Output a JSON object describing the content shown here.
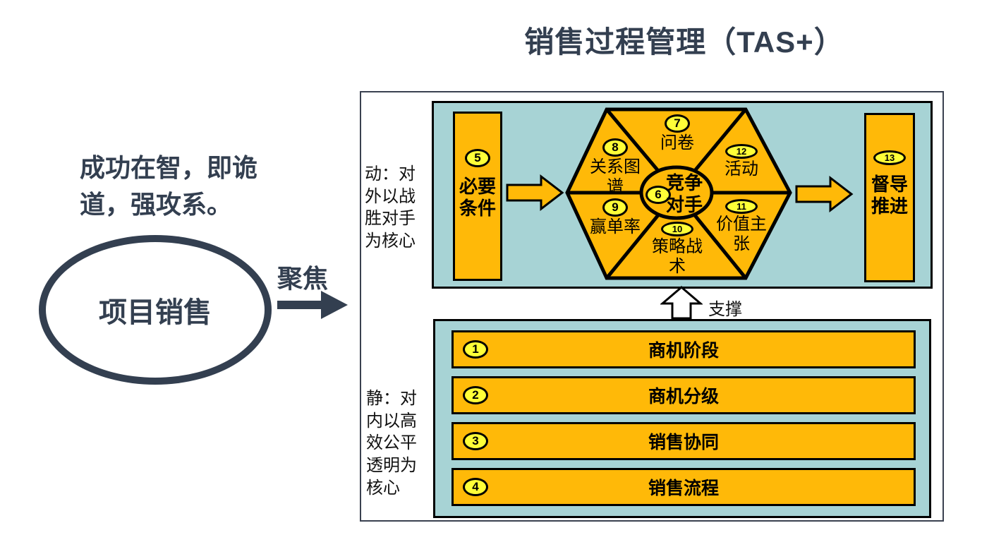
{
  "title": "销售过程管理（TAS+）",
  "left": {
    "quote": "成功在智，即诡道，强攻系。",
    "ellipse_label": "项目销售",
    "arrow_label": "聚焦"
  },
  "diagram": {
    "dynamic": {
      "side_label": "动：对外以战胜对手为核心",
      "necessary": {
        "num": "5",
        "label": "必要条件"
      },
      "hexagon": {
        "center": {
          "num": "6",
          "label": "竞争对手"
        },
        "segments": [
          {
            "num": "7",
            "label": "问卷",
            "pos": "top"
          },
          {
            "num": "8",
            "label": "关系图谱",
            "pos": "upper-left"
          },
          {
            "num": "12",
            "label": "活动",
            "pos": "upper-right"
          },
          {
            "num": "9",
            "label": "赢单率",
            "pos": "lower-left"
          },
          {
            "num": "11",
            "label": "价值主张",
            "pos": "lower-right"
          },
          {
            "num": "10",
            "label": "策略战术",
            "pos": "bottom"
          }
        ]
      },
      "supervise": {
        "num": "13",
        "label": "督导推进"
      }
    },
    "support_label": "支撑",
    "static": {
      "side_label": "静：对内以高效公平透明为核心",
      "bars": [
        {
          "num": "1",
          "label": "商机阶段"
        },
        {
          "num": "2",
          "label": "商机分级"
        },
        {
          "num": "3",
          "label": "销售协同"
        },
        {
          "num": "4",
          "label": "销售流程"
        }
      ]
    }
  },
  "colors": {
    "navy": "#333F50",
    "orange": "#FFB908",
    "teal": "#A7D3D5",
    "yellow": "#FFFF38",
    "ink": "#000000",
    "frame": "#3A4150"
  }
}
